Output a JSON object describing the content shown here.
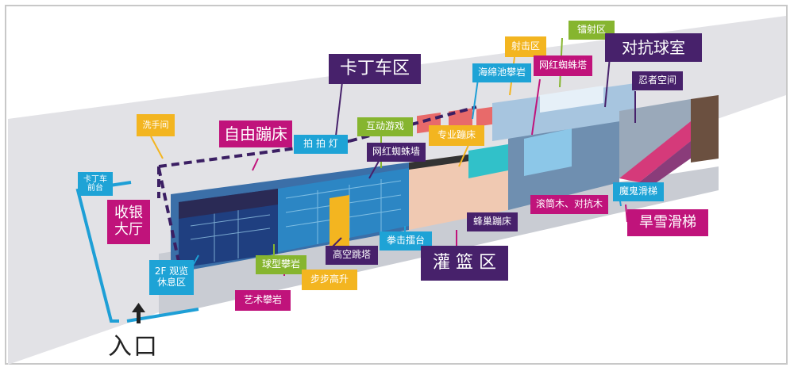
{
  "colors": {
    "magenta": "#c0137b",
    "purple": "#47216b",
    "cyan": "#1ea3d6",
    "yellow": "#f3b520",
    "green": "#86b52f",
    "route_purple": "#3b1f63",
    "route_blue": "#1e9fd6",
    "floor_gray": "#e2e2e6"
  },
  "entrance": {
    "label": "入口",
    "arrow_icon": "up-arrow-icon"
  },
  "labels": {
    "front_cashier": "卡丁车\n前台",
    "washroom": "洗手间",
    "lobby": "收银\n大厅",
    "rest_area": "2F 观览\n休息区",
    "free_trampoline": "自由蹦床",
    "photo_light": "拍 拍 灯",
    "kart_zone": "卡丁车区",
    "interactive_games": "互动游戏",
    "spider_wall": "网红蜘蛛墙",
    "pro_trampoline": "专业蹦床",
    "foam_pit_climb": "海绵池攀岩",
    "shooting_zone": "射击区",
    "laser_zone": "镭射区",
    "spider_tower": "网红蜘蛛塔",
    "dodgeball_room": "对抗球室",
    "ninja_space": "忍者空间",
    "magic_slide": "魔鬼滑梯",
    "dry_snow_slide": "旱雪滑梯",
    "honeycomb_trampoline": "蜂巢蹦床",
    "log_battle": "滚筒木、对抗木",
    "boxing_ring": "拳击擂台",
    "high_jump_tower": "高空跳塔",
    "ball_climb": "球型攀岩",
    "step_up": "步步高升",
    "art_climb": "艺术攀岩",
    "basketball_zone": "灌 篮 区"
  }
}
